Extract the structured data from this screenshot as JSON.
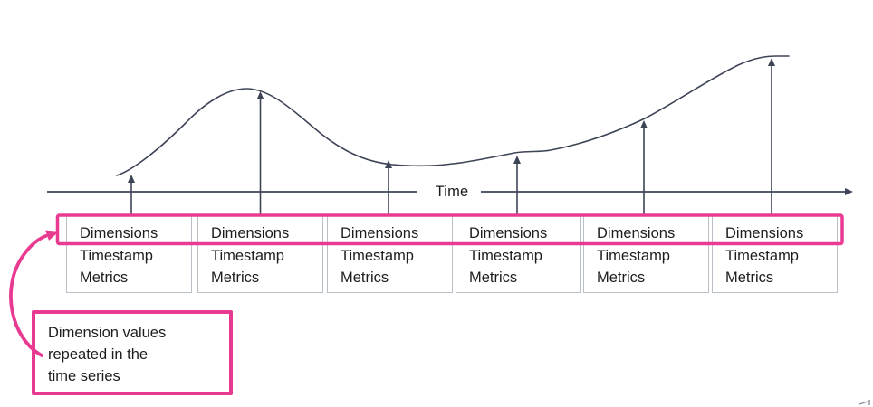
{
  "diagram": {
    "axis": {
      "label": "Time"
    },
    "records": [
      {
        "dimensions": "Dimensions",
        "timestamp": "Timestamp",
        "metrics": "Metrics"
      },
      {
        "dimensions": "Dimensions",
        "timestamp": "Timestamp",
        "metrics": "Metrics"
      },
      {
        "dimensions": "Dimensions",
        "timestamp": "Timestamp",
        "metrics": "Metrics"
      },
      {
        "dimensions": "Dimensions",
        "timestamp": "Timestamp",
        "metrics": "Metrics"
      },
      {
        "dimensions": "Dimensions",
        "timestamp": "Timestamp",
        "metrics": "Metrics"
      },
      {
        "dimensions": "Dimensions",
        "timestamp": "Timestamp",
        "metrics": "Metrics"
      }
    ],
    "callout": {
      "lines": [
        "Dimension values",
        "repeated in the",
        "time series"
      ]
    },
    "colors": {
      "accent_pink": "#e93a92",
      "line_dark": "#3d4456",
      "box_border": "#b9bfc7",
      "text_dark": "#1d1d1d"
    }
  }
}
